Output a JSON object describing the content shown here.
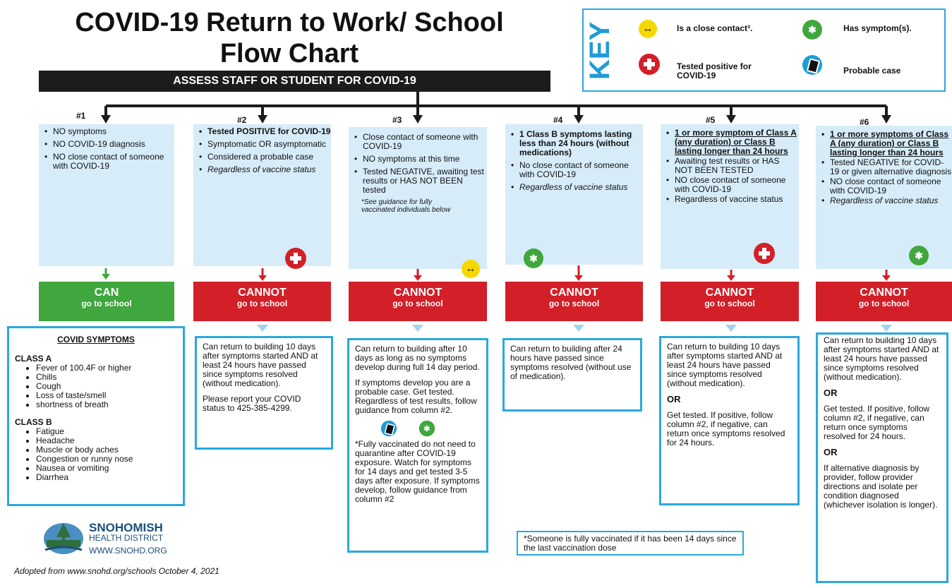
{
  "title": "COVID-19 Return to Work/ School Flow Chart",
  "assess": "ASSESS STAFF OR STUDENT FOR COVID-19",
  "key": {
    "word": "KEY",
    "close_contact": "Is a close contact³.",
    "has_symptoms": "Has symptom(s).",
    "tested_positive": "Tested positive for COVID-19",
    "probable": "Probable case",
    "colors": {
      "close": "#f5d800",
      "positive": "#d21f28",
      "symptom": "#3fa73d",
      "probable": "#1e9cd7"
    }
  },
  "columns": [
    {
      "num": "#1",
      "status": "CAN",
      "sub": "go to school",
      "status_color": "#3fa73d",
      "criteria": [
        "NO symptoms",
        "NO COVID-19 diagnosis",
        "NO close contact of someone with COVID-19"
      ]
    },
    {
      "num": "#2",
      "status": "CANNOT",
      "sub": "go to school",
      "status_color": "#d21f28",
      "criteria": [
        "Tested POSITIVE for COVID-19",
        "Symptomatic OR asymptomatic",
        "Considered a probable case",
        "Regardless of vaccine status"
      ]
    },
    {
      "num": "#3",
      "status": "CANNOT",
      "sub": "go to school",
      "status_color": "#d21f28",
      "criteria": [
        "Close contact of someone with COVID-19",
        "NO symptoms at this time",
        "Tested NEGATIVE, awaiting test results or HAS NOT BEEN tested"
      ],
      "note": "*See guidance for fully vaccinated individuals below"
    },
    {
      "num": "#4",
      "status": "CANNOT",
      "sub": "go to school",
      "status_color": "#d21f28",
      "criteria": [
        "1 Class B symptoms lasting less than 24 hours (without medications)",
        "No close contact of someone with COVID-19",
        "Regardless of vaccine status"
      ]
    },
    {
      "num": "#5",
      "status": "CANNOT",
      "sub": "go to school",
      "status_color": "#d21f28",
      "criteria": [
        "1 or more symptom of Class A (any duration) or Class B lasting longer than 24 hours",
        "Awaiting test results or HAS NOT BEEN TESTED",
        "NO close contact of someone with COVID-19",
        "Regardless of vaccine status"
      ]
    },
    {
      "num": "#6",
      "status": "CANNOT",
      "sub": "go to school",
      "status_color": "#d21f28",
      "criteria": [
        "1 or more symptoms of Class A (any duration) or Class B lasting longer than 24 hours",
        "Tested NEGATIVE for COVID-19 or given alternative diagnosis",
        "NO close contact of someone with COVID-19",
        "Regardless of vaccine status"
      ]
    }
  ],
  "symptoms": {
    "heading": "COVID SYMPTOMS",
    "class_a": "CLASS A",
    "class_a_items": [
      "Fever of 100.4F or higher",
      "Chills",
      "Cough",
      "Loss of taste/smell",
      "shortness of breath"
    ],
    "class_b": "CLASS B",
    "class_b_items": [
      "Fatigue",
      "Headache",
      "Muscle or body aches",
      "Congestion or runny nose",
      "Nausea or vomiting",
      "Diarrhea"
    ]
  },
  "results": {
    "r2": {
      "p1": "Can return to building 10 days after symptoms started AND at least 24 hours have passed since symptoms resolved (without medication).",
      "p2": "Please report your COVID status to 425-385-4299."
    },
    "r3": {
      "p1": "Can return to building after 10 days as long as no symptoms develop during full 14 day period.",
      "p2": "If symptoms develop you are a probable case. Get tested. Regardless of test results, follow guidance from column #2.",
      "p3": "*Fully vaccinated do not need to quarantine after COVID-19 exposure. Watch for symptoms for 14 days and get tested 3-5 days after exposure. If symptoms develop, follow guidance from column #2"
    },
    "r4": {
      "p1": "Can return to building after 24 hours have passed since symptoms resolved (without use of medication)."
    },
    "r5": {
      "p1": "Can return to building 10 days after symptoms started AND at least 24 hours have passed since symptoms resolved (without medication).",
      "or1": "OR",
      "p2": "Get tested. If positive, follow column #2, if negative, can return once symptoms resolved for 24 hours."
    },
    "r6": {
      "p1": "Can return to building 10 days after symptoms started AND at least 24 hours have passed since symptoms resolved (without medication).",
      "or1": "OR",
      "p2": "Get tested. If positive, follow column #2, if negative, can return once symptoms resolved for 24 hours.",
      "or2": "OR",
      "p3": "If alternative diagnosis by provider, follow provider directions and isolate per condition diagnosed (whichever isolation is longer)."
    }
  },
  "footnote": "*Someone is fully vaccinated if it has been 14 days since the last vaccination dose",
  "logo": {
    "name": "SNOHOMISH",
    "sub": "HEALTH DISTRICT",
    "url": "WWW.SNOHD.ORG"
  },
  "adopted": "Adopted from www.snohd.org/schools October 4, 2021"
}
